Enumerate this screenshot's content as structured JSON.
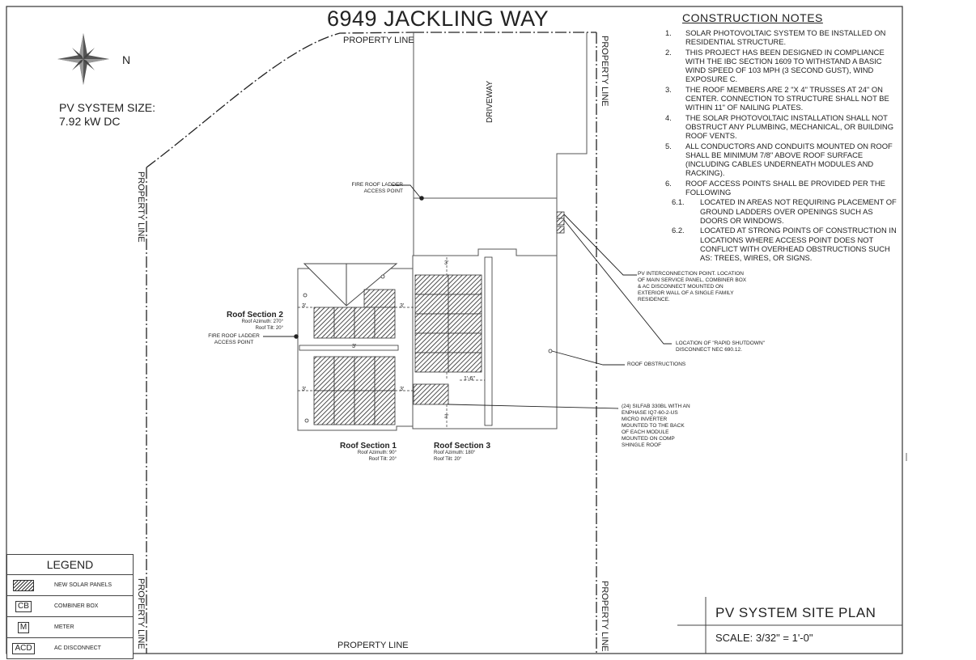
{
  "site": {
    "title": "6949 JACKLING WAY",
    "pv_size_label": "PV SYSTEM SIZE:",
    "pv_size_value": "7.92 kW DC"
  },
  "compass": {
    "north_letter": "N"
  },
  "property_line": "PROPERTY LINE",
  "driveway": "DRIVEWAY",
  "labels": {
    "fire_ladder": "FIRE ROOF LADDER ACCESS POINT",
    "setback_3": "3'",
    "setback_1_6": "1'-6\"",
    "pv_interconnection": "PV INTERCONNECTION POINT. LOCATION OF MAIN SERVICE PANEL, COMBINER BOX & AC DISCONNECT MOUNTED ON EXTERIOR WALL OF A SINGLE FAMILY RESIDENCE.",
    "rapid_shutdown": "LOCATION OF \"RAPID SHUTDOWN\" DISCONNECT NEC 690.12.",
    "roof_obstructions": "ROOF OBSTRUCTIONS",
    "modules": "(24) SILFAB 330BL WITH AN ENPHASE IQ7-60-2-US MICRO INVERTER MOUNTED TO THE BACK OF EACH MODULE MOUNTED ON COMP SHINGLE ROOF"
  },
  "roof_sections": [
    {
      "name": "Roof Section 1",
      "azimuth": "Roof Azimuth: 90°",
      "tilt": "Roof Tilt: 20°"
    },
    {
      "name": "Roof Section 2",
      "azimuth": "Roof Azimuth: 270°",
      "tilt": "Roof Tilt: 20°"
    },
    {
      "name": "Roof Section 3",
      "azimuth": "Roof Azimuth: 180°",
      "tilt": "Roof Tilt: 20°"
    }
  ],
  "construction_notes": {
    "title": "CONSTRUCTION NOTES",
    "items": [
      {
        "num": "1.",
        "text": "SOLAR PHOTOVOLTAIC SYSTEM TO BE INSTALLED ON RESIDENTIAL STRUCTURE."
      },
      {
        "num": "2.",
        "text": "THIS PROJECT HAS BEEN DESIGNED IN COMPLIANCE WITH THE IBC SECTION 1609 TO WITHSTAND A BASIC WIND SPEED OF 103 MPH (3 SECOND GUST), WIND EXPOSURE C."
      },
      {
        "num": "3.",
        "text": "THE ROOF MEMBERS ARE 2 \"X 4\" TRUSSES AT 24\" ON CENTER. CONNECTION TO STRUCTURE SHALL NOT BE WITHIN 11\" OF NAILING PLATES."
      },
      {
        "num": "4.",
        "text": "THE SOLAR PHOTOVOLTAIC INSTALLATION SHALL NOT OBSTRUCT ANY PLUMBING, MECHANICAL, OR BUILDING ROOF VENTS."
      },
      {
        "num": "5.",
        "text": "ALL CONDUCTORS AND CONDUITS MOUNTED ON ROOF SHALL BE MINIMUM 7/8\" ABOVE ROOF SURFACE (INCLUDING CABLES UNDERNEATH MODULES AND RACKING)."
      },
      {
        "num": "6.",
        "text": "ROOF ACCESS POINTS SHALL BE PROVIDED PER THE FOLLOWING"
      }
    ],
    "subitems": [
      {
        "num": "6.1.",
        "text": "LOCATED IN AREAS NOT REQUIRING PLACEMENT OF GROUND LADDERS OVER OPENINGS SUCH AS DOORS OR WINDOWS."
      },
      {
        "num": "6.2.",
        "text": "LOCATED AT STRONG POINTS OF CONSTRUCTION IN LOCATIONS WHERE ACCESS POINT DOES NOT CONFLICT WITH OVERHEAD OBSTRUCTIONS SUCH AS: TREES, WIRES, OR SIGNS."
      }
    ]
  },
  "legend": {
    "title": "LEGEND",
    "items": [
      {
        "symbol": "",
        "label": "NEW SOLAR PANELS"
      },
      {
        "symbol": "CB",
        "label": "COMBINER BOX"
      },
      {
        "symbol": "M",
        "label": "METER"
      },
      {
        "symbol": "ACD",
        "label": "AC DISCONNECT"
      }
    ]
  },
  "title_block": {
    "title": "PV SYSTEM SITE PLAN",
    "scale": "SCALE: 3/32\" = 1'-0\""
  }
}
